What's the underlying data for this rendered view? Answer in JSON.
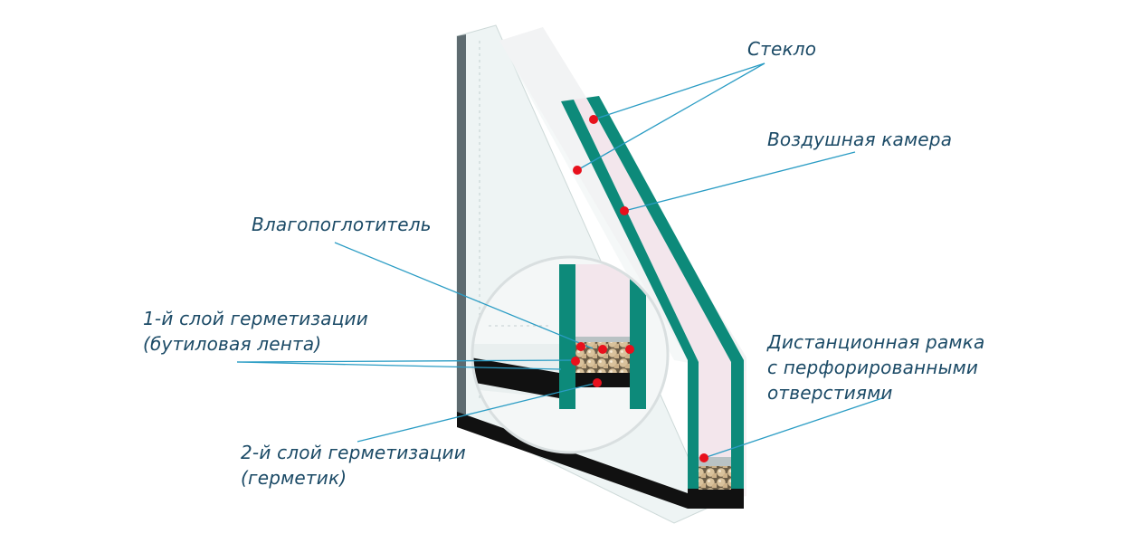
{
  "labels": {
    "glass": "Стекло",
    "air_chamber": "Воздушная камера",
    "desiccant": "Влагопоглотитель",
    "seal_layer_1": "1-й слой герметизации\n(бутиловая лента)",
    "seal_layer_2": "2-й слой герметизации\n(герметик)",
    "spacer_frame": "Дистанционная рамка\nс перфорированными\nотверстиями"
  },
  "colors": {
    "label_text": "#1b4a66",
    "leader_line": "#2a9cc4",
    "marker": "#e8101c",
    "glass_edge": "#0d8a7a",
    "glass_face": "#f2f6f6",
    "air_chamber": "#f3e6ec",
    "seal": "#111111",
    "desiccant": "#d8c19a"
  }
}
